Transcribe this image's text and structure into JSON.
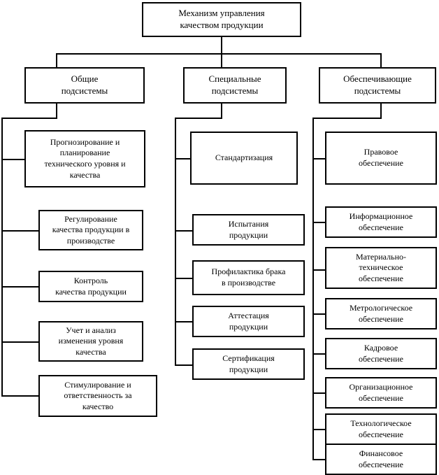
{
  "diagram": {
    "title": "Механизм управления качеством продукции",
    "root": {
      "label": "Механизм управления\nкачеством продукции",
      "line1": "Механизм управления",
      "line2": "качеством продукции"
    },
    "categories": [
      {
        "line1": "Общие",
        "line2": "подсистемы"
      },
      {
        "line1": "Специальные",
        "line2": "подсистемы"
      },
      {
        "line1": "Обеспечивающие",
        "line2": "подсистемы"
      }
    ],
    "columns": [
      {
        "category": "Общие подсистемы",
        "items": [
          {
            "line1": "Прогнозирование и",
            "line2": "планирование",
            "line3": "технического уровня и",
            "line4": "качества"
          },
          {
            "line1": "Регулирование",
            "line2": "качества продукции в",
            "line3": "производстве"
          },
          {
            "line1": "Контроль",
            "line2": "качества продукции"
          },
          {
            "line1": "Учет и анализ",
            "line2": "изменения уровня",
            "line3": "качества"
          },
          {
            "line1": "Стимулирование и",
            "line2": "ответственность за",
            "line3": "качество"
          }
        ]
      },
      {
        "category": "Специальные подсистемы",
        "items": [
          {
            "line1": "Стандартизация"
          },
          {
            "line1": "Испытания",
            "line2": "продукции"
          },
          {
            "line1": "Профилактика брака",
            "line2": "в производстве"
          },
          {
            "line1": "Аттестация",
            "line2": "продукции"
          },
          {
            "line1": "Сертификация",
            "line2": "продукции"
          }
        ]
      },
      {
        "category": "Обеспечивающие подсистемы",
        "items": [
          {
            "line1": "Правовое",
            "line2": "обеспечение"
          },
          {
            "line1": "Информационное",
            "line2": "обеспечение"
          },
          {
            "line1": "Материально-",
            "line2": "техническое",
            "line3": "обеспечение"
          },
          {
            "line1": "Метрологическое",
            "line2": "обеспечение"
          },
          {
            "line1": "Кадровое",
            "line2": "обеспечение"
          },
          {
            "line1": "Организационное",
            "line2": "обеспечение"
          },
          {
            "line1": "Технологическое",
            "line2": "обеспечение"
          },
          {
            "line1": "Финансовое",
            "line2": "обеспечение"
          }
        ]
      }
    ],
    "colors": {
      "line": "#000000",
      "text": "#000000",
      "background": "#ffffff"
    }
  }
}
